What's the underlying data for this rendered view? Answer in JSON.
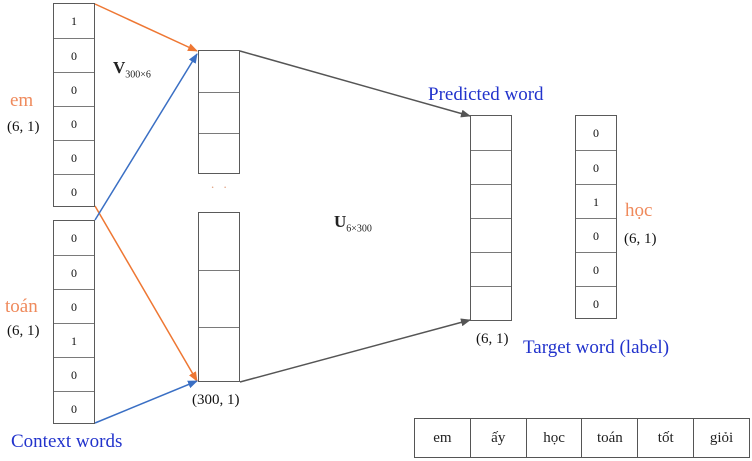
{
  "colors": {
    "input_wire": "#ee7733",
    "context_wire": "#3a6fc4",
    "output_wire": "#555555",
    "word_orange": "#ef8a5c",
    "label_blue": "#2233cc"
  },
  "input_em": {
    "word": "em",
    "dim": "(6, 1)",
    "values": [
      "1",
      "0",
      "0",
      "0",
      "0",
      "0"
    ]
  },
  "input_toan": {
    "word": "toán",
    "dim": "(6, 1)",
    "values": [
      "0",
      "0",
      "0",
      "1",
      "0",
      "0"
    ]
  },
  "weights_v": {
    "symbol": "V",
    "subscript": "300×6"
  },
  "weights_u": {
    "symbol": "U",
    "subscript": "6×300"
  },
  "hidden": {
    "dim": "(300, 1)",
    "ellipsis": ". ."
  },
  "predicted": {
    "label": "Predicted word",
    "dim": "(6, 1)"
  },
  "target": {
    "word": "học",
    "dim": "(6, 1)",
    "label": "Target word (label)",
    "values": [
      "0",
      "0",
      "1",
      "0",
      "0",
      "0"
    ]
  },
  "context_label": "Context words",
  "vocabulary": [
    "em",
    "ấy",
    "học",
    "toán",
    "tốt",
    "giỏi"
  ]
}
